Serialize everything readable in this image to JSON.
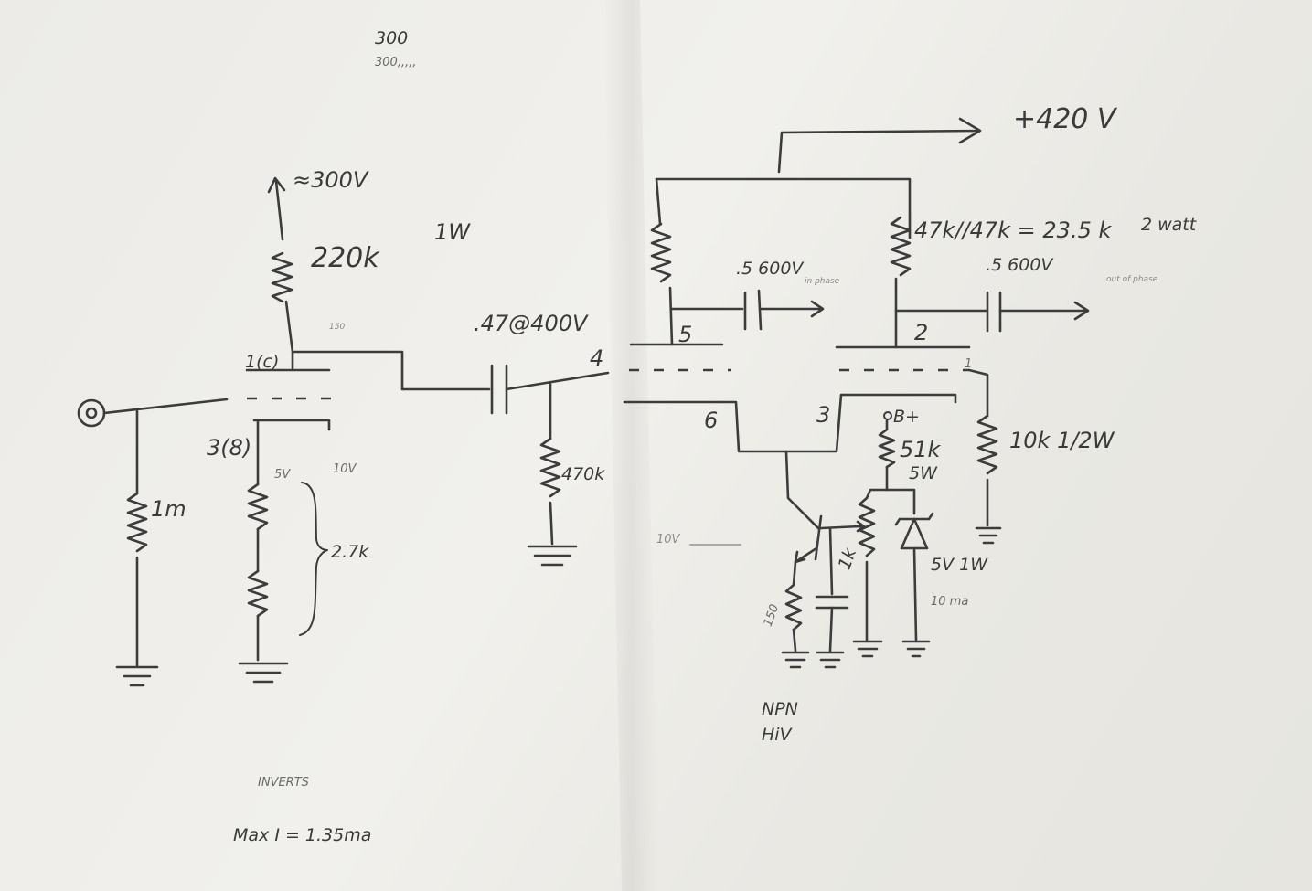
{
  "labels": {
    "top_note_1": "300",
    "top_note_2": "300,,,,,",
    "b_plus_420": "+420 V",
    "approx_300": "≈300V",
    "r_220k": "220k",
    "r_220k_power": "1W",
    "note_150": "150",
    "pin_1": "1(c)",
    "pin_3": "3(8)",
    "note_5v": "5V",
    "note_10v_left": "10V",
    "r_27k": "2.7k",
    "r_1m": "1m",
    "cap_047": ".47@400V",
    "pin_4": "4",
    "r_470k": "470k",
    "cap_05_a": ".5 600V",
    "note_in_phase": "in phase",
    "pin_5": "5",
    "pin_6": "6",
    "pin_3_right": "3",
    "r_47k": "47k//47k = 23.5 k",
    "r_47k_power": "2 watt",
    "cap_05_b": ".5 600V",
    "note_out_of_phase": "out of phase",
    "pin_2": "2",
    "pin_1_right": "1",
    "r_10k": "10k 1/2W",
    "b_plus": "B+",
    "r_51k": "51k",
    "r_51k_power": "5W",
    "zener": "5V 1W",
    "zener_current": "10 ma",
    "pot_1k": "1k",
    "r_150": "150",
    "note_10v_mid": "10V",
    "transistor_1": "NPN",
    "transistor_2": "HiV",
    "note_inverts": "INVERTS",
    "note_max_i": "Max  I = 1.35ma"
  },
  "colors": {
    "paper": "#eeede9",
    "pencil": "#3c3c3c"
  }
}
